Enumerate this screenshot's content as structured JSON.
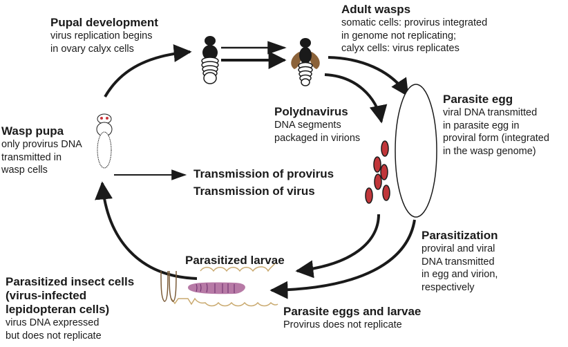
{
  "title": "Polydnavirus life cycle",
  "colors": {
    "ink": "#1a1a1a",
    "virion_fill": "#c0363a",
    "wing": "#8b6239",
    "eye": "#c9343a",
    "host_outline": "#c9a96e",
    "host_leg": "#7a5a36",
    "wasp_larva": "#b77aa6",
    "larva_segment": "#6a2a6a"
  },
  "stages": {
    "pupal_development": {
      "title": "Pupal development",
      "lines": [
        "virus replication begins",
        "in ovary calyx cells"
      ]
    },
    "adult_wasps": {
      "title": "Adult wasps",
      "lines": [
        "somatic cells: provirus integrated",
        "in genome not replicating;",
        "calyx cells: virus replicates"
      ]
    },
    "parasite_egg": {
      "title": "Parasite egg",
      "lines": [
        "viral DNA transmitted",
        "in parasite egg in",
        "proviral form (integrated",
        "in the wasp genome)"
      ]
    },
    "polydnavirus": {
      "title": "Polydnavirus",
      "lines": [
        "DNA segments",
        "packaged in virions"
      ]
    },
    "wasp_pupa": {
      "title": "Wasp pupa",
      "lines": [
        "only provirus DNA",
        "transmitted in",
        "wasp cells"
      ]
    },
    "parasitization": {
      "title": "Parasitization",
      "lines": [
        "proviral and viral",
        "DNA transmitted",
        "in egg and virion,",
        "respectively"
      ]
    },
    "parasitized_larvae": {
      "title": "Parasitized larvae"
    },
    "parasitized_insect_cells": {
      "title_lines": [
        "Parasitized insect cells",
        "(virus-infected",
        "lepidopteran cells)"
      ],
      "lines": [
        "virus DNA expressed",
        "but does not replicate"
      ]
    },
    "parasite_eggs_larvae": {
      "title": "Parasite eggs and larvae",
      "lines": [
        "Provirus does not replicate"
      ]
    }
  },
  "legend": {
    "provirus": "Transmission of provirus",
    "virus": "Transmission of virus"
  },
  "icons": [
    "wasp-pupa-icon",
    "developing-pupa-icon",
    "adult-wasp-icon",
    "parasite-egg-icon",
    "virion-icon",
    "host-caterpillar-icon",
    "wasp-larva-icon"
  ]
}
